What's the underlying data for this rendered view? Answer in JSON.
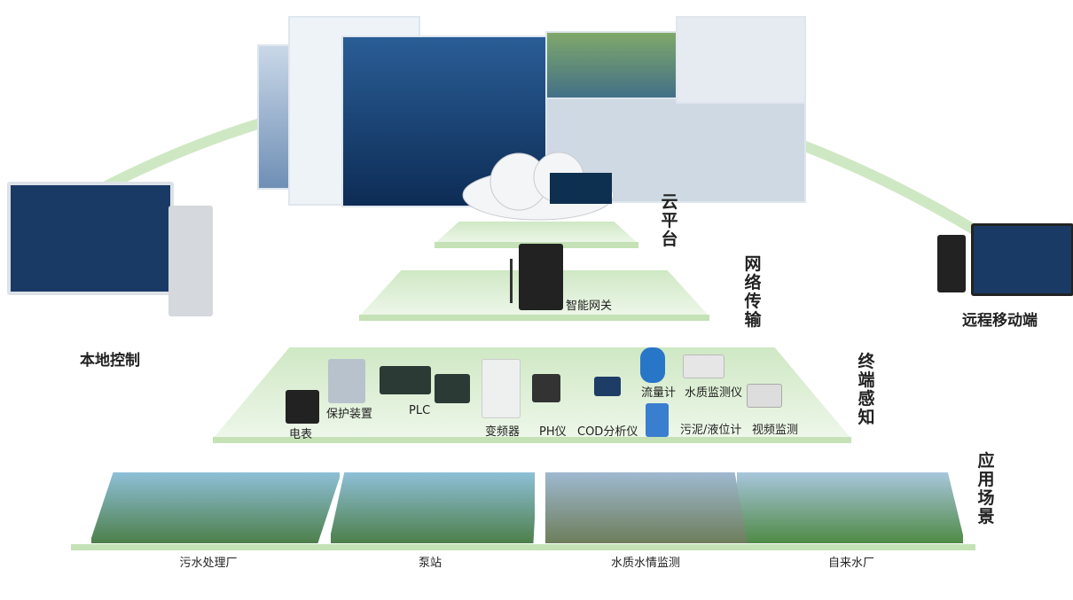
{
  "layers": {
    "cloud": "云平台",
    "network": "网络传输",
    "terminal": "终端感知",
    "application": "应用场景"
  },
  "endpoints": {
    "local": "本地控制",
    "remote": "远程移动端"
  },
  "gateway": "智能网关",
  "devices": [
    "电表",
    "保护装置",
    "PLC",
    "变频器",
    "PH仪",
    "COD分析仪",
    "流量计",
    "水质监测仪",
    "污泥/液位计",
    "视频监测"
  ],
  "scenarios": [
    "污水处理厂",
    "泵站",
    "水质水情监测",
    "自来水厂"
  ],
  "colors": {
    "accent_green": "#c4e2b6",
    "screen_blue": "#1a4478"
  }
}
